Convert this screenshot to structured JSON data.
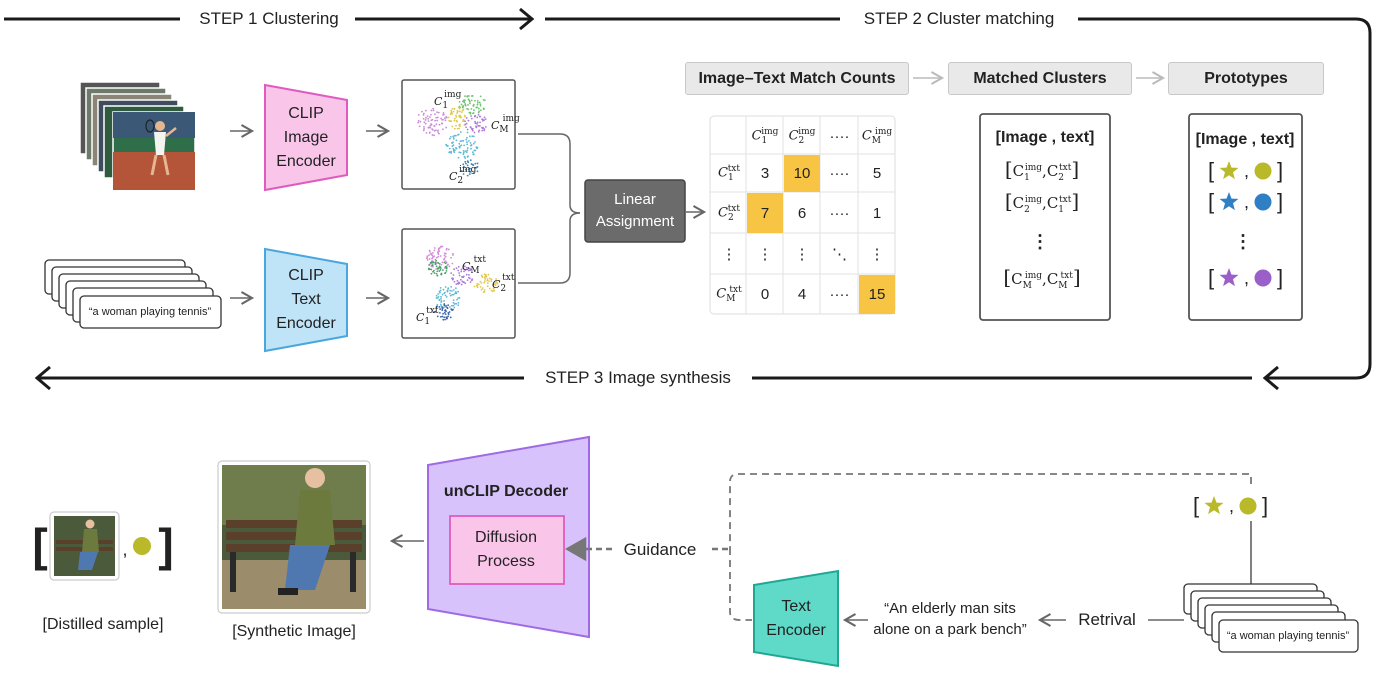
{
  "steps": {
    "step1": "STEP 1 Clustering",
    "step2": "STEP 2 Cluster matching",
    "step3": "STEP 3 Image synthesis"
  },
  "step1": {
    "image_encoder": "CLIP\nImage\nEncoder",
    "text_encoder": "CLIP\nText\nEncoder",
    "caption_card": "“a woman playing tennis”",
    "linear_assignment": "Linear\nAssignment"
  },
  "step2": {
    "headers": [
      "Image–Text Match Counts",
      "Matched Clusters",
      "Prototypes"
    ],
    "matrix": {
      "col_labels": [
        "C1img",
        "C2img",
        "····",
        "CMimg"
      ],
      "row_labels": [
        "C1txt",
        "C2txt",
        "⋮",
        "CMtxt"
      ],
      "rows": [
        [
          "3",
          "10",
          "····",
          "5"
        ],
        [
          "7",
          "6",
          "····",
          "1"
        ],
        [
          "⋮",
          "⋮",
          "⋱",
          "⋮"
        ],
        [
          "0",
          "4",
          "····",
          "15"
        ]
      ]
    },
    "matched_title": "[Image , text]",
    "prototypes_title": "[Image , text]",
    "vdots": "⋮",
    "prototype_colors": [
      "#b9b92a",
      "#2f7fc4",
      "#9b5fc9"
    ]
  },
  "step3": {
    "decoder_title": "unCLIP Decoder",
    "diffusion": "Diffusion\nProcess",
    "guidance": "Guidance",
    "text_encoder": "Text\nEncoder",
    "quote": "“An elderly man sits\nalone on a park bench”",
    "retrival": "Retrival",
    "caption_card": "“a woman playing tennis”",
    "synthetic_caption": "[Synthetic Image]",
    "distilled_caption": "[Distilled sample]",
    "prototype_color": "#b9b92a"
  },
  "colors": {
    "image_encoder_fill": "#f9c6ea",
    "image_encoder_stroke": "#e05bc0",
    "text_encoder_fill": "#bfe3f7",
    "text_encoder_stroke": "#4aa7dd",
    "decoder_fill": "#d7c2fb",
    "decoder_stroke": "#9f6ae6",
    "diffusion_fill": "#f9c6ea",
    "diffusion_stroke": "#e05bc0",
    "text_encoder2_fill": "#5fd9c8",
    "text_encoder2_stroke": "#1fa794",
    "match_highlight": "#f8c443",
    "assignment_fill": "#6b6b6b"
  }
}
